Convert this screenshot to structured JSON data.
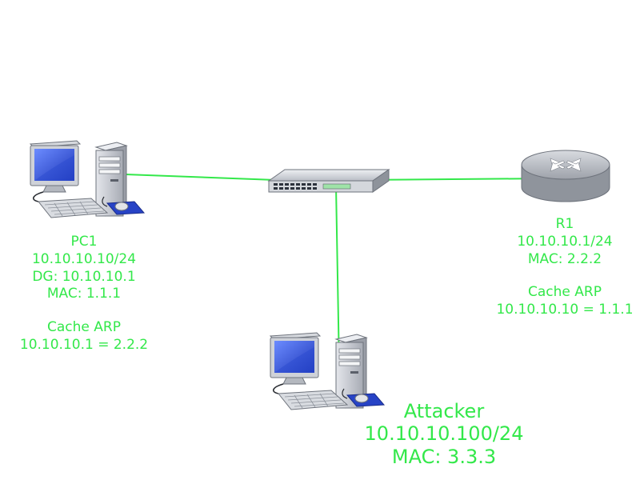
{
  "colors": {
    "link": "#33e84a",
    "label": "#33e84a",
    "screen": "#2a4bd8",
    "tower": "#c4c7cf",
    "router": "#a9adb5",
    "switch": "#3b4250"
  },
  "nodes": {
    "pc1": {
      "name": "PC1",
      "ip": "10.10.10.10/24",
      "gateway": "DG: 10.10.10.1",
      "mac": "MAC: 1.1.1",
      "cache_title": "Cache ARP",
      "cache_entry": "10.10.10.1 = 2.2.2",
      "icon": "desktop-computer-icon"
    },
    "r1": {
      "name": "R1",
      "ip": "10.10.10.1/24",
      "mac": "MAC: 2.2.2",
      "cache_title": "Cache ARP",
      "cache_entry": "10.10.10.10 = 1.1.1",
      "icon": "router-icon"
    },
    "attacker": {
      "name": "Attacker",
      "ip": "10.10.10.100/24",
      "mac": "MAC: 3.3.3",
      "icon": "desktop-computer-icon"
    },
    "switch": {
      "icon": "network-switch-icon"
    }
  },
  "links": [
    {
      "from": "pc1",
      "to": "switch"
    },
    {
      "from": "switch",
      "to": "r1"
    },
    {
      "from": "switch",
      "to": "attacker"
    }
  ]
}
